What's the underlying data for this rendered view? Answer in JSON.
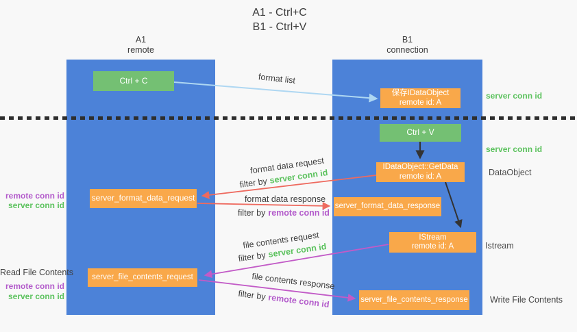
{
  "title": {
    "line1": "A1 - Ctrl+C",
    "line2": "B1 - Ctrl+V"
  },
  "lanes": {
    "left": {
      "name": "A1",
      "role": "remote"
    },
    "right": {
      "name": "B1",
      "role": "connection"
    }
  },
  "boxes": {
    "ctrl_c": "Ctrl + C",
    "ctrl_v": "Ctrl + V",
    "save_idataobject": {
      "line1": "保存IDataObject",
      "line2": "remote id: A"
    },
    "getdata": {
      "line1": "IDataObject::GetData",
      "line2": "remote id: A"
    },
    "istream": {
      "line1": "IStream",
      "line2": "remote id: A"
    },
    "format_request": "server_format_data_request",
    "format_response": "server_format_data_response",
    "file_request": "server_file_contents_request",
    "file_response": "server_file_contents_response"
  },
  "flow_labels": {
    "format_list": "format list",
    "format_data_request": "format data request",
    "format_data_response": "format data response",
    "file_contents_request": "file contents request",
    "file_contents_response": "file contents response",
    "filter_by": "filter by",
    "server_conn_id": "server conn id",
    "remote_conn_id": "remote conn id"
  },
  "side_labels": {
    "server_conn_id": "server conn id",
    "remote_conn_id": "remote conn id",
    "dataobject": "DataObject",
    "istream": "Istream",
    "read_file_contents": "Read File Contents",
    "write_file_contents": "Write File Contents"
  },
  "colors": {
    "lane_blue": "#4c82d8",
    "box_green": "#74c073",
    "box_orange": "#f9a84a",
    "arrow_light_blue": "#aed7f2",
    "arrow_salmon": "#ee6a5f",
    "arrow_magenta": "#c25bc7",
    "arrow_black": "#333333",
    "text_green": "#5cc25e",
    "text_purple": "#b35bcb",
    "text_dark": "#3d3d3d",
    "background": "#f8f8f8"
  }
}
